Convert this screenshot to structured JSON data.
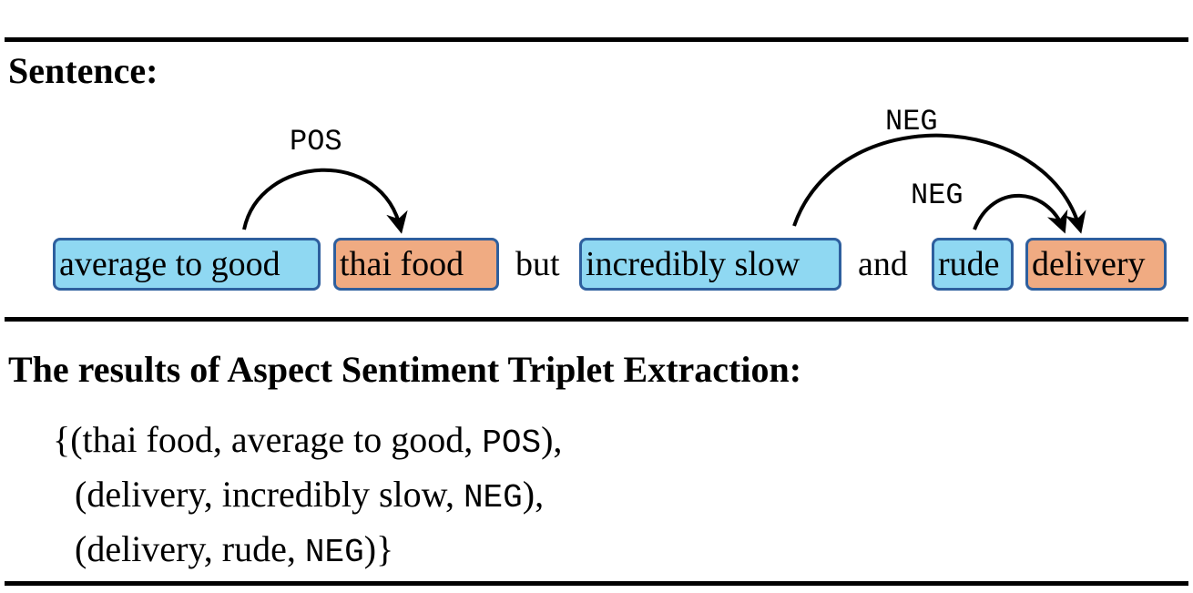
{
  "sentence_heading": "Sentence:",
  "tokens": [
    {
      "text": "average to good",
      "kind": "opinion"
    },
    {
      "text": "thai  food",
      "kind": "aspect"
    },
    {
      "text": "but",
      "kind": "plain"
    },
    {
      "text": "incredibly slow",
      "kind": "opinion"
    },
    {
      "text": "and",
      "kind": "plain"
    },
    {
      "text": "rude",
      "kind": "opinion"
    },
    {
      "text": "delivery",
      "kind": "aspect"
    }
  ],
  "relations": [
    {
      "from": "average to good",
      "to": "thai  food",
      "label": "POS"
    },
    {
      "from": "incredibly slow",
      "to": "delivery",
      "label": "NEG"
    },
    {
      "from": "rude",
      "to": "delivery",
      "label": "NEG"
    }
  ],
  "results_heading": "The results of Aspect Sentiment Triplet Extraction:",
  "triplets": [
    {
      "prefix": "{(",
      "aspect": "thai food",
      "opinion": "average to good",
      "polarity": "POS",
      "suffix": "),"
    },
    {
      "prefix": "(",
      "aspect": "delivery",
      "opinion": "incredibly slow",
      "polarity": "NEG",
      "suffix": "),"
    },
    {
      "prefix": "(",
      "aspect": "delivery",
      "opinion": "rude",
      "polarity": "NEG",
      "suffix": ")}"
    }
  ],
  "colors": {
    "opinion_fill": "#8fd8f2",
    "aspect_fill": "#f0ab82",
    "box_border": "#2e5f9e",
    "rule": "#000000"
  }
}
